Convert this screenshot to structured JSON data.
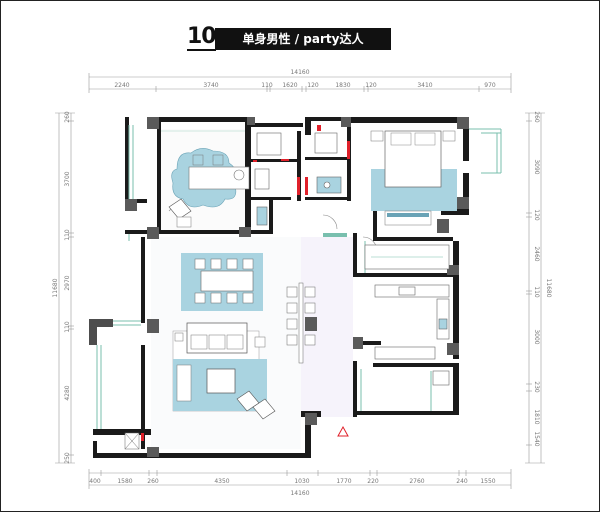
{
  "title": {
    "number": "10",
    "text": "单身男性 / party达人"
  },
  "dims": {
    "top_total": "14160",
    "top_segments": [
      "2240",
      "3740",
      "110",
      "1620",
      "120",
      "1830",
      "120",
      "3410",
      "970"
    ],
    "bottom_total": "14160",
    "bottom_segments": [
      "400",
      "1580",
      "260",
      "4350",
      "1030",
      "1770",
      "220",
      "2760",
      "240",
      "1550"
    ],
    "left_total": "11680",
    "left_segments": [
      "260",
      "3700",
      "110",
      "2970",
      "110",
      "4280",
      "250"
    ],
    "right_total": "11680",
    "right_segments": [
      "260",
      "3090",
      "120",
      "2460",
      "110",
      "3000",
      "230",
      "1810",
      "1540"
    ]
  },
  "colors": {
    "furniture_blue": "#a9d3e0",
    "wall": "#1a1a1a",
    "door_red": "#e0202a",
    "window_green": "#79bfae",
    "dim_line": "#999999"
  },
  "icons": [
    "compass-triangle-icon"
  ]
}
